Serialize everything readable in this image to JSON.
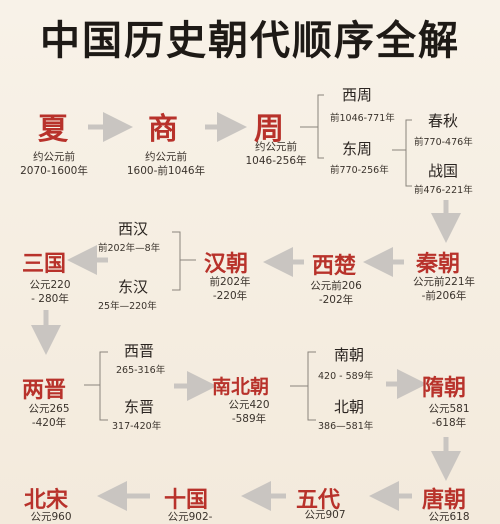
{
  "title": "中国历史朝代顺序全解",
  "nodes": {
    "xia": {
      "name": "夏",
      "date1": "约公元前",
      "date2": "2070-1600年"
    },
    "shang": {
      "name": "商",
      "date1": "约公元前",
      "date2": "1600-前1046年"
    },
    "zhou": {
      "name": "周",
      "date1": "约公元前",
      "date2": "1046-256年"
    },
    "xizhou": {
      "name": "西周",
      "date": "前1046-771年"
    },
    "dongzhou": {
      "name": "东周",
      "date": "前770-256年"
    },
    "chunqiu": {
      "name": "春秋",
      "date": "前770-476年"
    },
    "zhanguo": {
      "name": "战国",
      "date": "前476-221年"
    },
    "qin": {
      "name": "秦朝",
      "date1": "公元前221年",
      "date2": "-前206年"
    },
    "xichu": {
      "name": "西楚",
      "date1": "公元前206",
      "date2": "-202年"
    },
    "han": {
      "name": "汉朝",
      "date1": "前202年",
      "date2": "-220年"
    },
    "xihan": {
      "name": "西汉",
      "date": "前202年—8年"
    },
    "donghan": {
      "name": "东汉",
      "date": "25年—220年"
    },
    "sanguo": {
      "name": "三国",
      "date1": "公元220",
      "date2": "- 280年"
    },
    "liangjin": {
      "name": "两晋",
      "date1": "公元265",
      "date2": "-420年"
    },
    "xijin": {
      "name": "西晋",
      "date": "265-316年"
    },
    "dongjin": {
      "name": "东晋",
      "date": "317-420年"
    },
    "nanbeichao": {
      "name": "南北朝",
      "date1": "公元420",
      "date2": "-589年"
    },
    "nanchao": {
      "name": "南朝",
      "date": "420 - 589年"
    },
    "beichao": {
      "name": "北朝",
      "date": "386—581年"
    },
    "sui": {
      "name": "隋朝",
      "date1": "公元581",
      "date2": "-618年"
    },
    "tang": {
      "name": "唐朝",
      "date1": "公元618"
    },
    "wudai": {
      "name": "五代",
      "date1": "公元907"
    },
    "shiguo": {
      "name": "十国",
      "date1": "公元902-"
    },
    "beisong": {
      "name": "北宋",
      "date1": "公元960"
    }
  },
  "colors": {
    "accent": "#b8322b",
    "arrow": "#c9c5c1",
    "line": "#8a847c",
    "background": "#f6efe4"
  }
}
